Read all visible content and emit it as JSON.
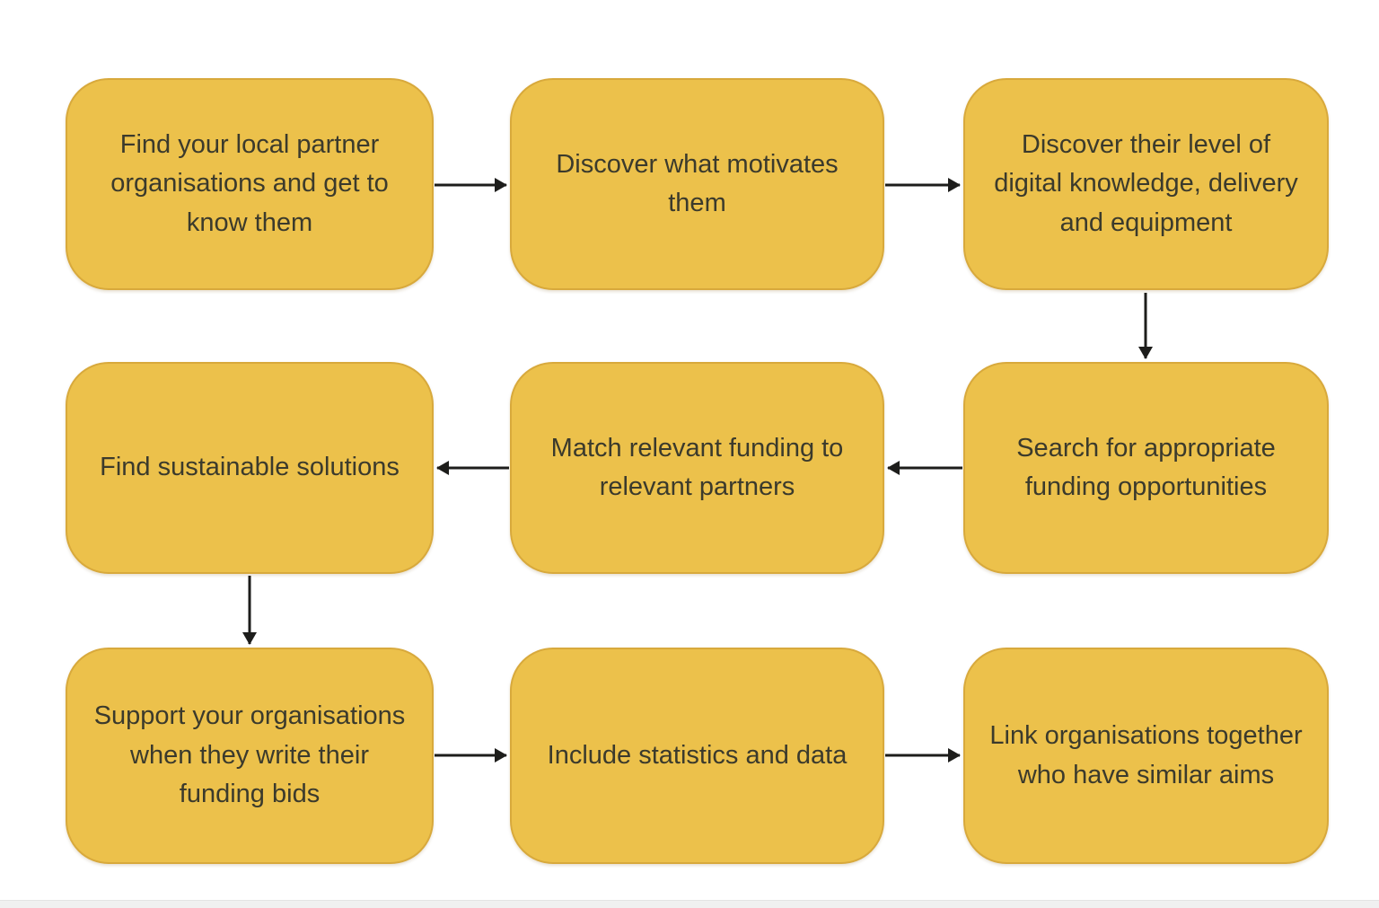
{
  "diagram": {
    "type": "flowchart",
    "steps": [
      {
        "id": 1,
        "label": "Find your local partner organisations and get to know them"
      },
      {
        "id": 2,
        "label": "Discover what motivates them"
      },
      {
        "id": 3,
        "label": "Discover their level of digital knowledge, delivery and equipment"
      },
      {
        "id": 4,
        "label": "Find sustainable solutions"
      },
      {
        "id": 5,
        "label": "Match relevant funding to relevant partners"
      },
      {
        "id": 6,
        "label": "Search for appropriate funding opportunities"
      },
      {
        "id": 7,
        "label": "Support your organisations when they write their funding bids"
      },
      {
        "id": 8,
        "label": "Include statistics and data"
      },
      {
        "id": 9,
        "label": "Link organisations together who have similar aims"
      }
    ],
    "connections": [
      {
        "from": 1,
        "to": 2,
        "direction": "right"
      },
      {
        "from": 2,
        "to": 3,
        "direction": "right"
      },
      {
        "from": 3,
        "to": 6,
        "direction": "down"
      },
      {
        "from": 6,
        "to": 5,
        "direction": "left"
      },
      {
        "from": 5,
        "to": 4,
        "direction": "left"
      },
      {
        "from": 4,
        "to": 7,
        "direction": "down"
      },
      {
        "from": 7,
        "to": 8,
        "direction": "right"
      },
      {
        "from": 8,
        "to": 9,
        "direction": "right"
      }
    ],
    "colors": {
      "node_fill": "#ECC14B",
      "node_border": "#D8A93C",
      "node_text": "#3B3A2C",
      "arrow": "#1D1D1B",
      "background": "#FFFFFF",
      "bottom_strip": "#F0F0F0"
    }
  }
}
